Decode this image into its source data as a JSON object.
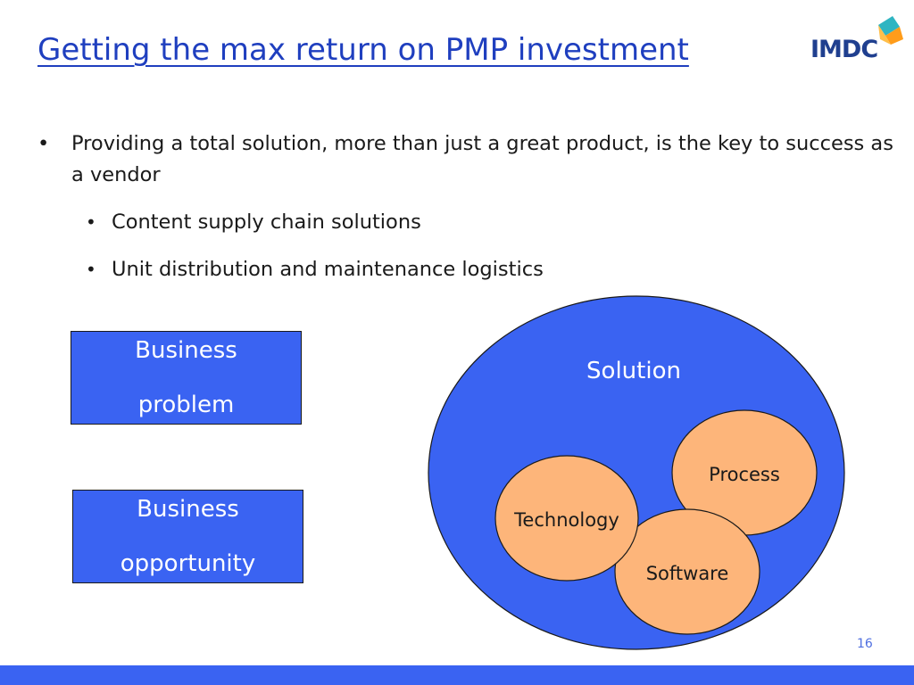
{
  "slide": {
    "title": "Getting the max return on PMP investment",
    "page_number": "16"
  },
  "logo": {
    "text": "IMDC",
    "colors": [
      "#ff9c1a",
      "#2fb5c2",
      "#1f3f8f"
    ]
  },
  "bullets": {
    "main": "Providing a total solution, more than just a great product, is the key to success as a vendor",
    "sub": [
      "Content supply chain solutions",
      "Unit distribution and maintenance logistics"
    ]
  },
  "boxes": {
    "problem": [
      "Business",
      "problem"
    ],
    "opportunity": [
      "Business",
      "opportunity"
    ]
  },
  "diagram": {
    "outer_label": "Solution",
    "inner": {
      "process": "Process",
      "technology": "Technology",
      "software": "Software"
    },
    "colors": {
      "outer_fill": "#3a63f2",
      "inner_fill": "#fdb57a",
      "title": "#1f3fbf"
    }
  }
}
